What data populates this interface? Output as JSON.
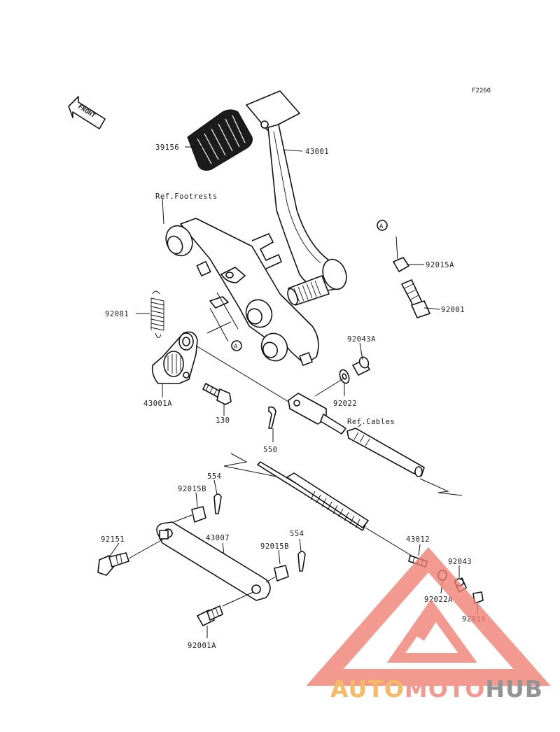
{
  "diagram_code": "F2260",
  "front_label": "FRONT",
  "ref_footrests": "Ref.Footrests",
  "ref_cables": "Ref.Cables",
  "callout_a": "A",
  "parts": {
    "p39156": "39156",
    "p43001": "43001",
    "p92015A": "92015A",
    "p92001": "92001",
    "p92081": "92081",
    "p92043A": "92043A",
    "p43001A": "43001A",
    "p130": "130",
    "p92022": "92022",
    "p550": "550",
    "p554a": "554",
    "p92015Ba": "92015B",
    "p92151": "92151",
    "p43007": "43007",
    "p92015Bb": "92015B",
    "p554b": "554",
    "p43012": "43012",
    "p92043": "92043",
    "p92022A": "92022A",
    "p92015": "92015",
    "p92001A": "92001A"
  },
  "watermark": {
    "part1": "AUTO",
    "part2": "MOTO",
    "part3": "HUB",
    "color_orange": "#f4a63a",
    "color_red": "#f07e72",
    "color_gray": "#777777"
  }
}
